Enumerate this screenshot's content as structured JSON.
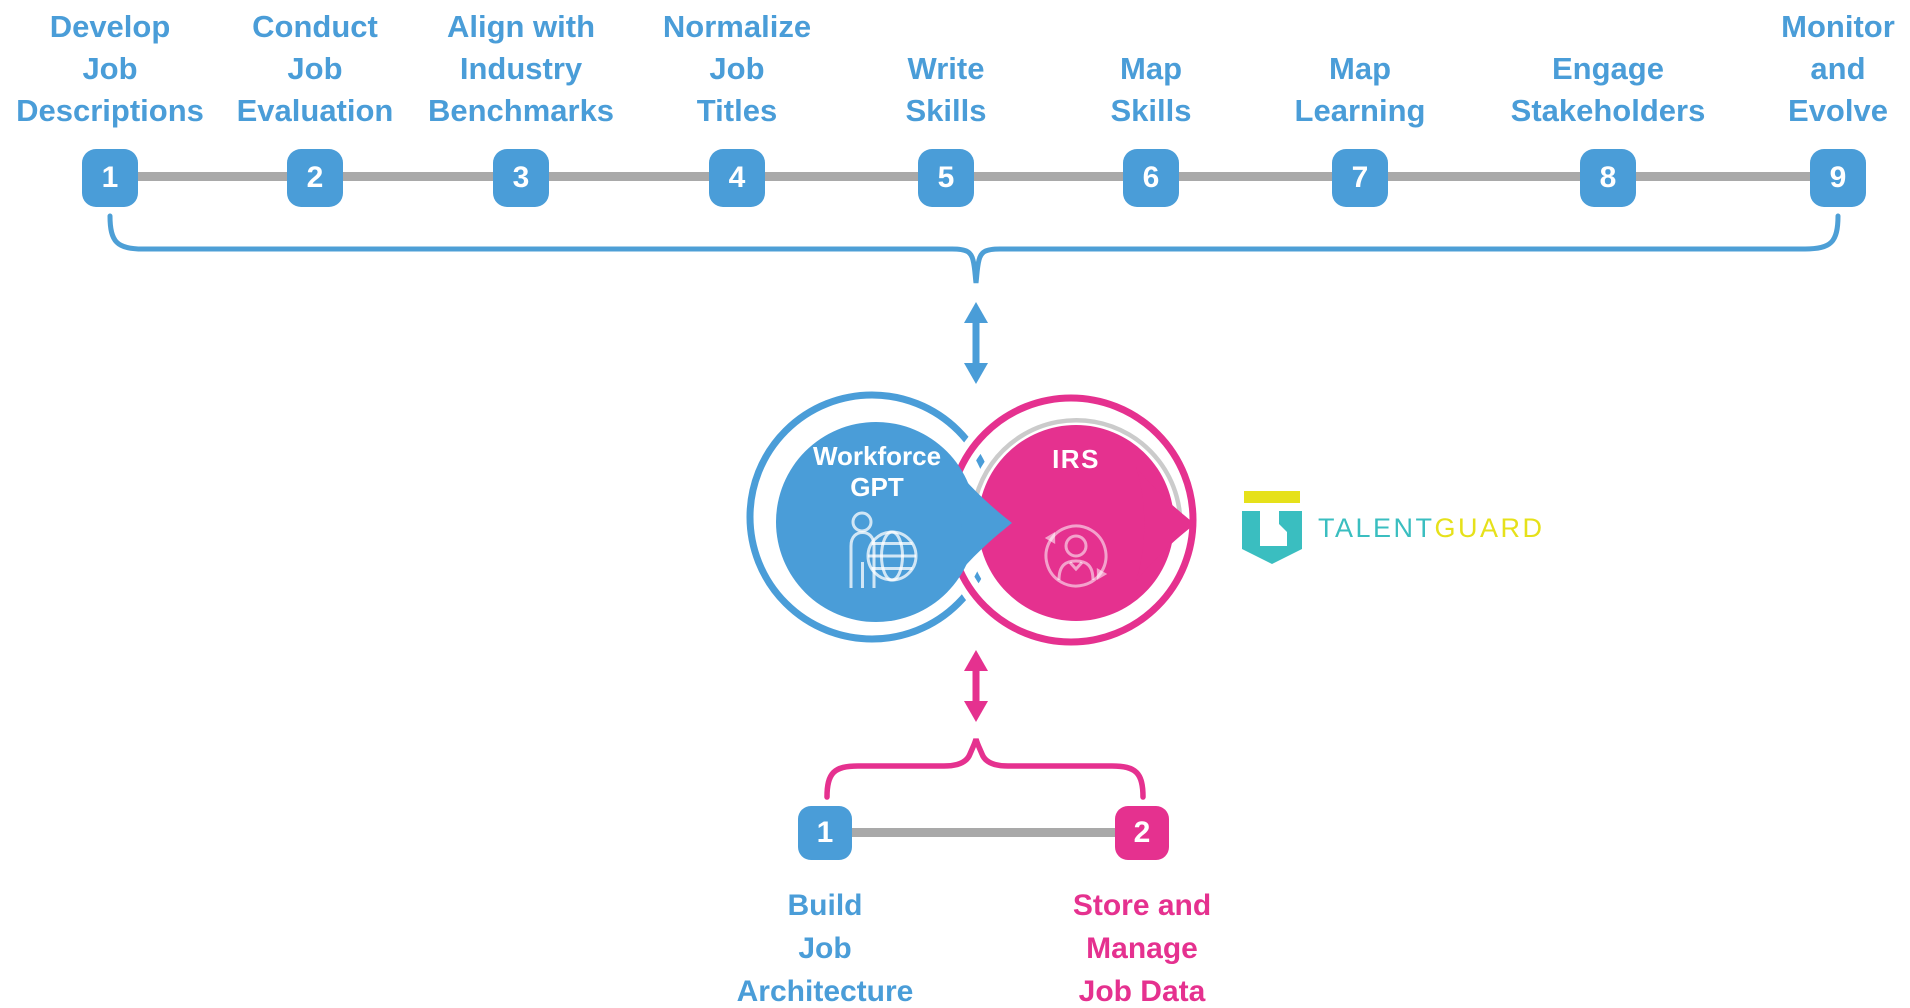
{
  "colors": {
    "blue": "#4A9DD8",
    "pink": "#E5318F",
    "gray_line": "#A9A9A9",
    "shadow_gray": "#CBCBCB",
    "teal": "#3ABEC0",
    "yellow": "#E6E11A"
  },
  "top_process": {
    "steps": [
      {
        "number": "1",
        "label": "Develop\nJob\nDescriptions"
      },
      {
        "number": "2",
        "label": "Conduct\nJob\nEvaluation"
      },
      {
        "number": "3",
        "label": "Align with\nIndustry\nBenchmarks"
      },
      {
        "number": "4",
        "label": "Normalize\nJob\nTitles"
      },
      {
        "number": "5",
        "label": "Write\nSkills"
      },
      {
        "number": "6",
        "label": "Map\nSkills"
      },
      {
        "number": "7",
        "label": "Map\nLearning"
      },
      {
        "number": "8",
        "label": "Engage\nStakeholders"
      },
      {
        "number": "9",
        "label": "Monitor\nand\nEvolve"
      }
    ]
  },
  "venn": {
    "left_circle_label": "Workforce\nGPT",
    "right_circle_label": "IRS"
  },
  "icons": {
    "left_circle": "person-globe-icon",
    "right_circle": "person-sync-icon",
    "logo": "shield-t-icon"
  },
  "logo": {
    "talent": "TALENT",
    "guard": "GUARD"
  },
  "bottom_process": {
    "steps": [
      {
        "number": "1",
        "label": "Build\nJob\nArchitecture"
      },
      {
        "number": "2",
        "label": "Store and\nManage\nJob Data"
      }
    ]
  }
}
